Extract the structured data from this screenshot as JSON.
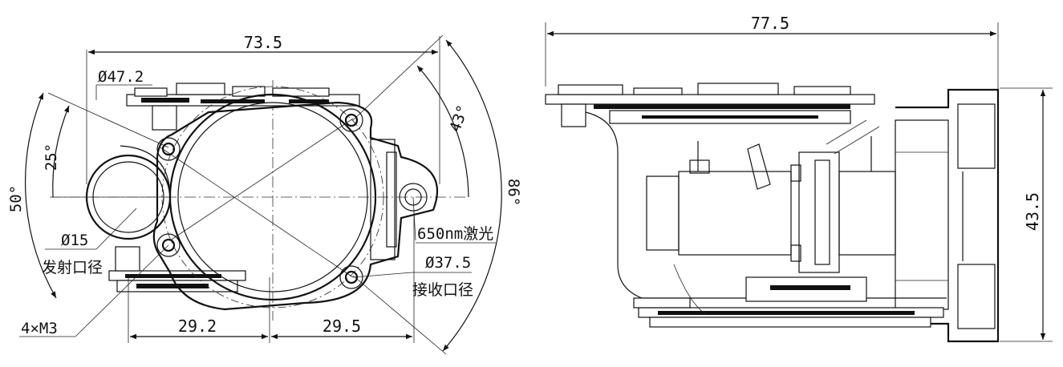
{
  "front_view": {
    "dim_width": "73.5",
    "dim_outer_dia": "Ø47.2",
    "dim_tx_dia": "Ø15",
    "tx_label": "发射口径",
    "dim_rx_dia": "Ø37.5",
    "rx_label": "接收口径",
    "laser_label": "650nm激光",
    "angle_25": "25°",
    "angle_50": "50°",
    "angle_43": "43°",
    "angle_86": "86°",
    "screws": "4×M3",
    "dim_left": "29.2",
    "dim_right": "29.5"
  },
  "side_view": {
    "dim_length": "77.5",
    "dim_height": "43.5"
  }
}
